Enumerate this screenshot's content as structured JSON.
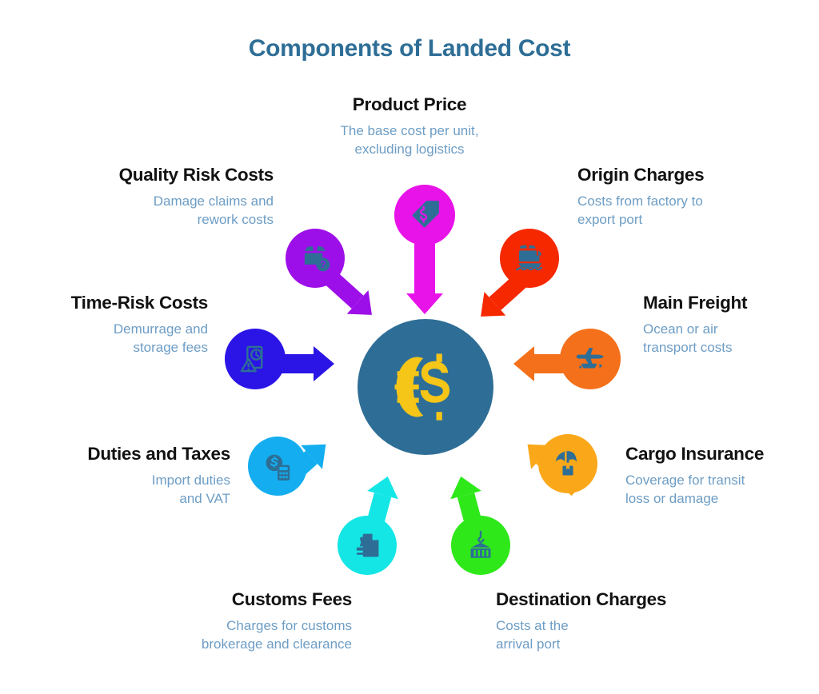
{
  "title": "Components of Landed Cost",
  "colors": {
    "title": "#2E6E96",
    "hub": "#2E6E96",
    "hub_icon": "#F5C518",
    "heading": "#121212",
    "description": "#6D9DC5",
    "background": "#FFFFFF"
  },
  "hub": {
    "icon": "globe-dollar-icon",
    "color": "#2E6E96"
  },
  "nodes": [
    {
      "id": "product-price",
      "title": "Product Price",
      "description": "The base cost per unit,\nexcluding logistics",
      "color": "#E813E8",
      "icon": "price-tag-icon",
      "align": "center"
    },
    {
      "id": "origin-charges",
      "title": "Origin Charges",
      "description": "Costs from factory to\nexport port",
      "color": "#F62800",
      "icon": "cargo-ship-factory-icon",
      "align": "left"
    },
    {
      "id": "main-freight",
      "title": "Main Freight",
      "description": "Ocean or air\ntransport costs",
      "color": "#F4701A",
      "icon": "plane-ship-icon",
      "align": "left"
    },
    {
      "id": "cargo-insurance",
      "title": "Cargo Insurance",
      "description": "Coverage for transit\nloss or damage",
      "color": "#FAA81A",
      "icon": "umbrella-box-icon",
      "align": "left"
    },
    {
      "id": "destination-charges",
      "title": "Destination Charges",
      "description": "Costs at the\narrival port",
      "color": "#2EE81A",
      "icon": "container-crane-icon",
      "align": "left"
    },
    {
      "id": "customs-fees",
      "title": "Customs Fees",
      "description": "Charges for customs\nbrokerage and clearance",
      "color": "#14E6E6",
      "icon": "document-stamp-icon",
      "align": "right"
    },
    {
      "id": "duties-and-taxes",
      "title": "Duties and Taxes",
      "description": "Import duties\nand VAT",
      "color": "#14AEF0",
      "icon": "coin-calculator-icon",
      "align": "right"
    },
    {
      "id": "time-risk-costs",
      "title": "Time-Risk Costs",
      "description": "Demurrage and\nstorage fees",
      "color": "#2A14E6",
      "icon": "clock-document-warning-icon",
      "align": "right"
    },
    {
      "id": "quality-risk-costs",
      "title": "Quality Risk Costs",
      "description": "Damage claims and\nrework costs",
      "color": "#9D0FE8",
      "icon": "damaged-box-question-icon",
      "align": "right"
    }
  ]
}
